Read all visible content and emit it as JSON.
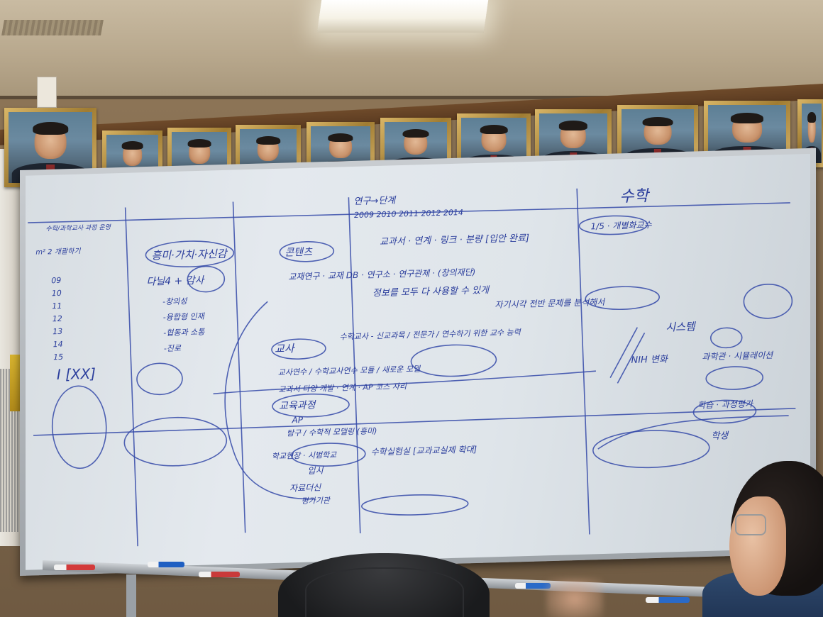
{
  "scene": {
    "portraits": [
      {
        "name": "portrait-1"
      },
      {
        "name": "portrait-2"
      },
      {
        "name": "portrait-3"
      },
      {
        "name": "portrait-4"
      },
      {
        "name": "portrait-5"
      },
      {
        "name": "portrait-6"
      },
      {
        "name": "portrait-7"
      },
      {
        "name": "portrait-8"
      },
      {
        "name": "portrait-9"
      },
      {
        "name": "portrait-10"
      },
      {
        "name": "portrait-11"
      }
    ],
    "markers": [
      {
        "color": "#d33a3a"
      },
      {
        "color": "#1f5fc2"
      },
      {
        "color": "#c93a3a"
      },
      {
        "color": "#2a6ac8"
      },
      {
        "color": "#2a6ac8"
      }
    ]
  },
  "whiteboard": {
    "header_left": "수학",
    "header_mid_years": "2009  2010  2011  2012  2014",
    "header_mid_top": "연구→단계",
    "col_left_title": "흥미·가치·자신감",
    "col_left_items": [
      "-창의성",
      "-융합형 인재",
      "-협동과 소통",
      "-진로"
    ],
    "left_note": "다닐4 + 감사",
    "section_content": "콘텐츠",
    "content_line1": "교과서 · 연계 · 링크 · 분량 [입안 완료]",
    "content_line2": "교재연구 · 교재 DB · 연구소 · 연구관제 · (창의재단)",
    "content_line3": "정보를 모두 다 사용할 수 있게",
    "content_line4": "자기시각 전반 문제를 분석해서",
    "section_teacher": "교사",
    "teacher_line1": "수학교사 - 신교과목 / 전문가 / 연수하기 위한 교수 능력",
    "teacher_line2": "교사연수 / 수학교사연수 모듈 / 새로운 모델",
    "teacher_line3": "교과서 다양 개발 · 연계 · AP 코스 자리",
    "section_curriculum": "교육과정",
    "curr_line1": "AP",
    "curr_line2": "탐구 / 수학적 모델링 (흥미)",
    "curr_line3": "학교현장 · 시범학교",
    "curr_line4": "수학실험실 [교과교실제 확대]",
    "curr_line5": "입시",
    "curr_line6": "자료더신",
    "curr_line7": "평가기관",
    "right_header": "수학",
    "right_tag": "1/5 · 개별화교수",
    "right_line1": "시스템",
    "right_line2": "NIH 변화",
    "right_line3": "과학관 · 시뮬레이션",
    "right_line4": "학습 · 과정평가",
    "right_line5": "학생",
    "left_nums": [
      "09",
      "10",
      "11",
      "12",
      "13",
      "14",
      "15"
    ],
    "left_roman": "I [XX]",
    "left_top_note": "수학/과학교사 과정 운영",
    "left_tag": "m² 2 개괄하기"
  }
}
